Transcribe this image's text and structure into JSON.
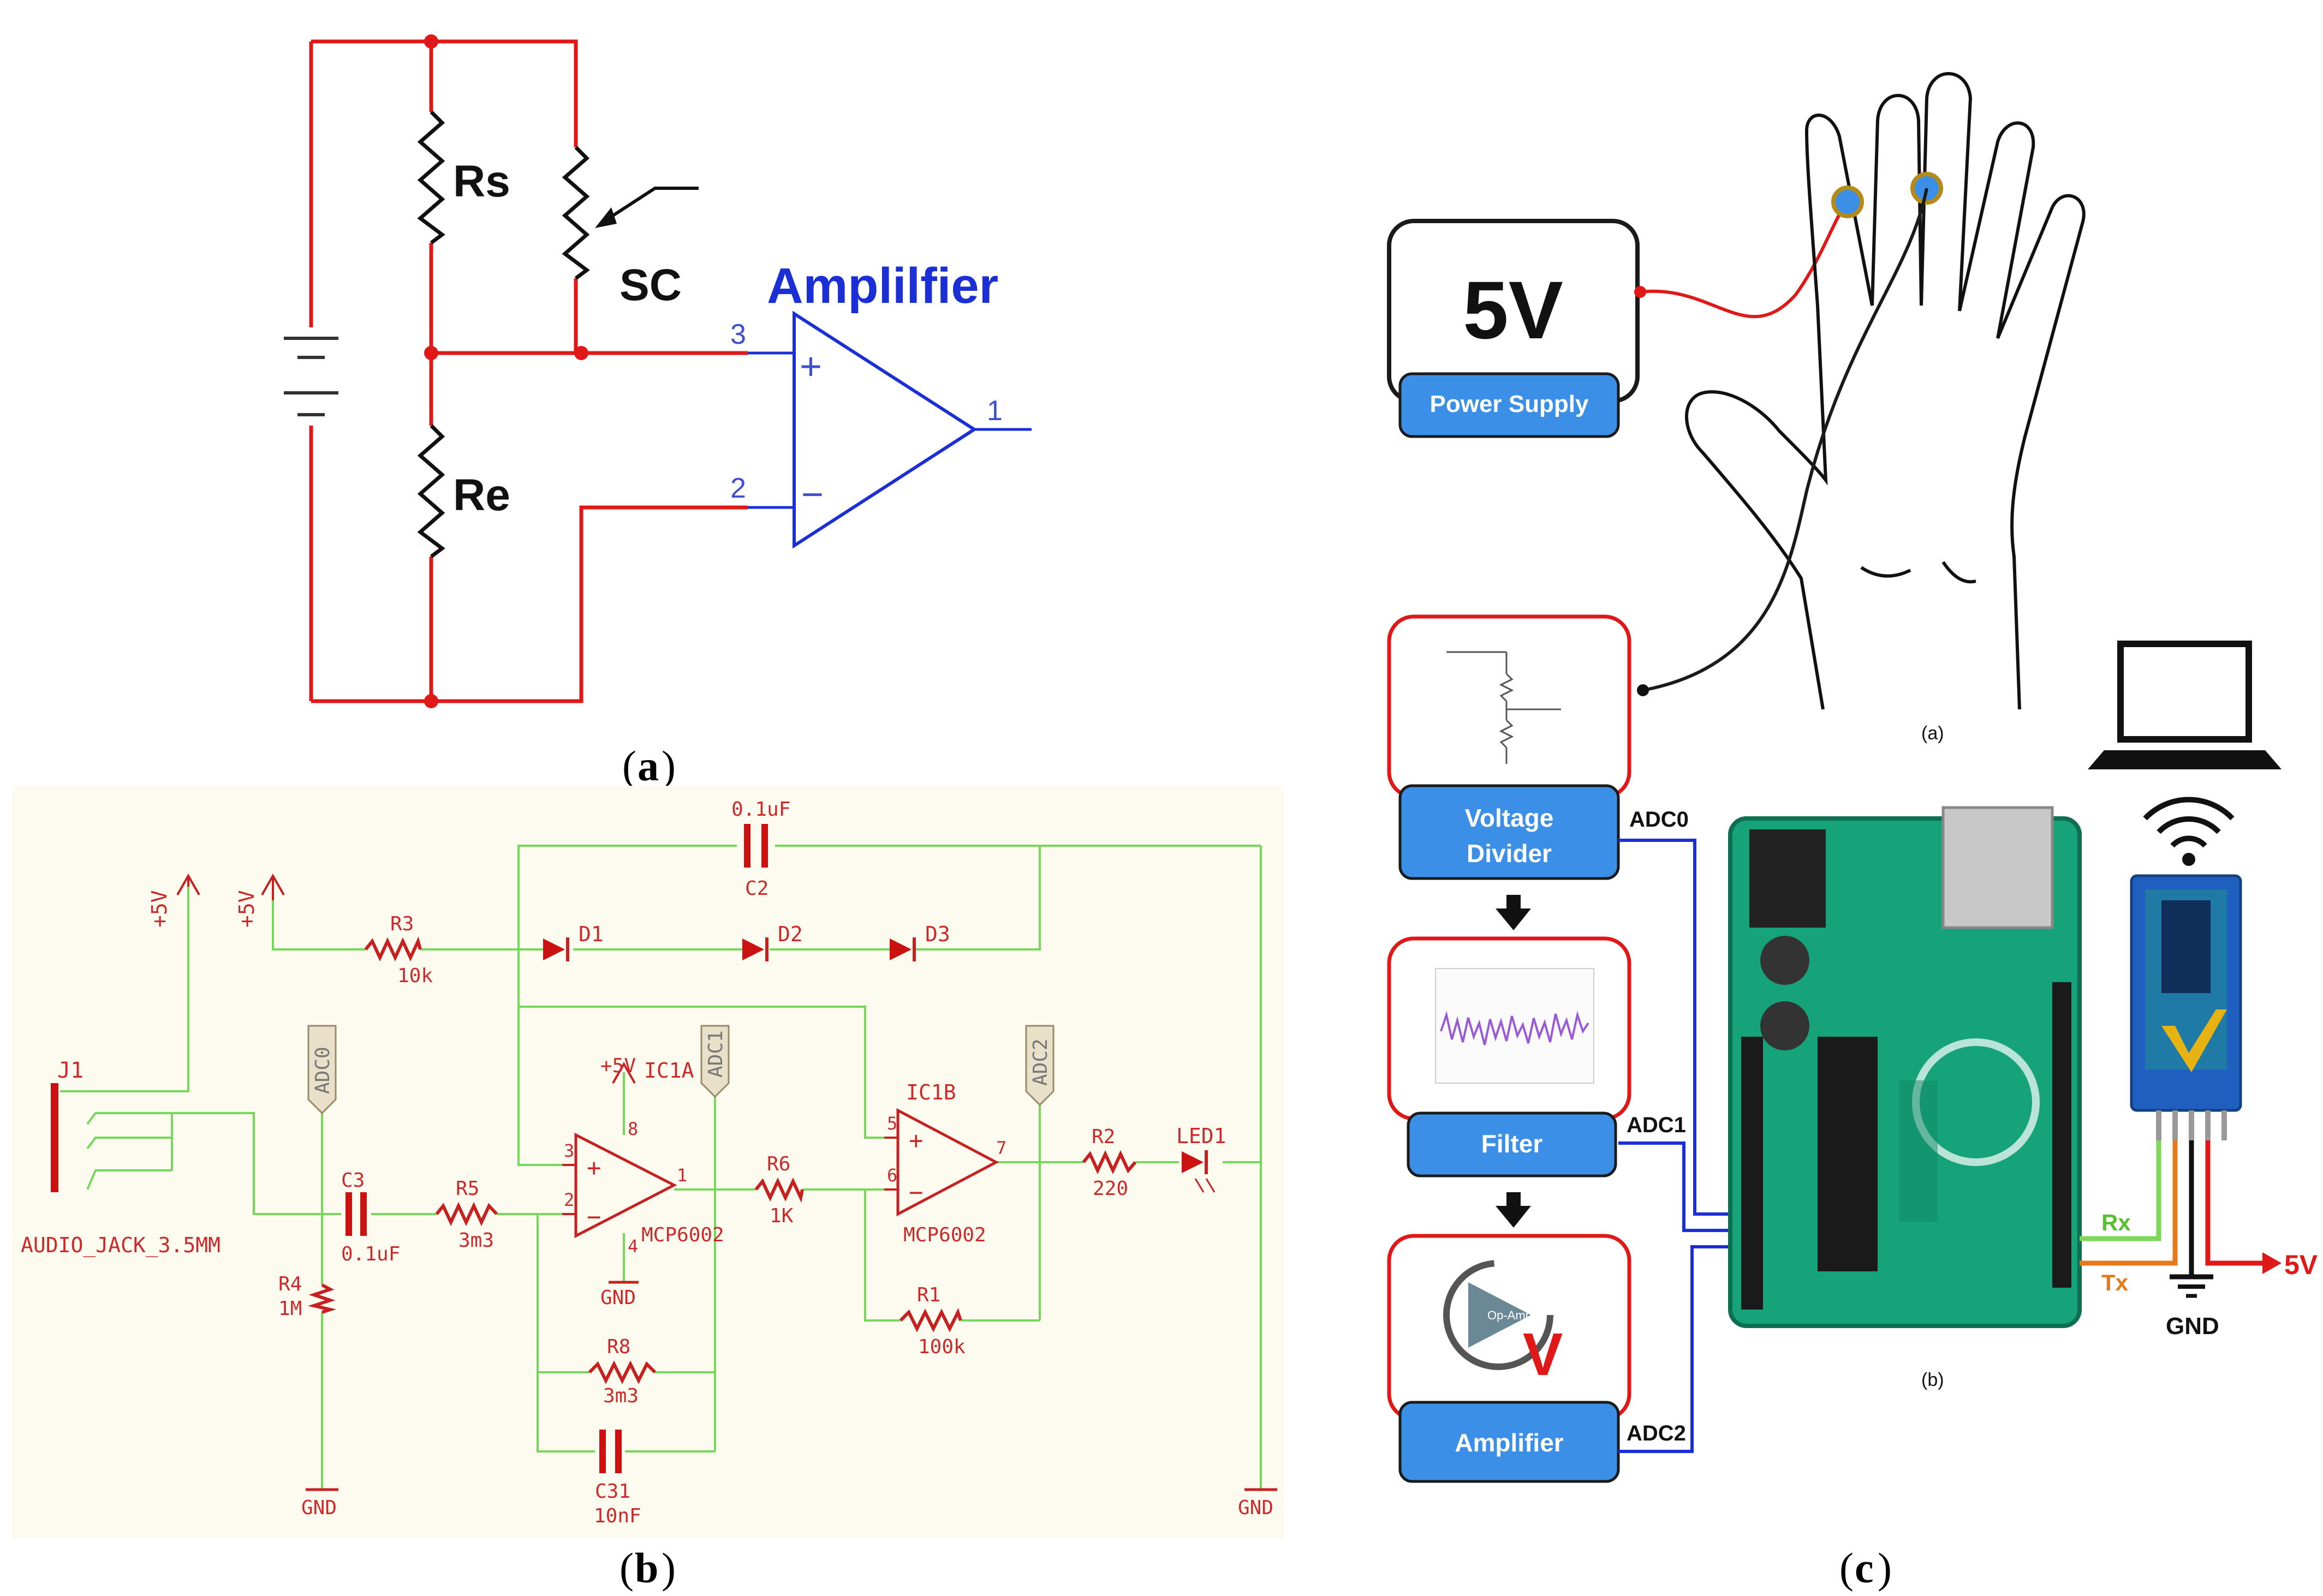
{
  "panel_a": {
    "labels": {
      "rs": "Rs",
      "sc": "SC",
      "re": "Re",
      "amplifier": "Amplilfier",
      "pin_plus": "3",
      "pin_minus": "2",
      "pin_out": "1",
      "plus_sign": "+",
      "minus_sign": "−"
    },
    "caption_letter": "a"
  },
  "panel_b": {
    "components": {
      "j1": "J1",
      "audio_jack": "AUDIO_JACK_3.5MM",
      "plus5v_1": "+5V",
      "plus5v_2": "+5V",
      "plus5v_3": "+5V",
      "adc0": "ADC0",
      "adc1": "ADC1",
      "adc2": "ADC2",
      "c3": "C3",
      "c3_val": "0.1uF",
      "r4": "R4",
      "r4_val": "1M",
      "r5": "R5",
      "r5_val": "3m3",
      "r3": "R3",
      "r3_val": "10k",
      "d1": "D1",
      "d2": "D2",
      "d3": "D3",
      "c2": "C2",
      "c2_val": "0.1uF",
      "ic1a": "IC1A",
      "ic1a_part": "MCP6002",
      "ic1b": "IC1B",
      "ic1b_part": "MCP6002",
      "pin3": "3",
      "pin2": "2",
      "pin1": "1",
      "pin8": "8",
      "pin4": "4",
      "pin5": "5",
      "pin6": "6",
      "pin7": "7",
      "r6": "R6",
      "r6_val": "1K",
      "r1": "R1",
      "r1_val": "100k",
      "r8": "R8",
      "r8_val": "3m3",
      "c31": "C31",
      "c31_val": "10nF",
      "r2": "R2",
      "r2_val": "220",
      "led1": "LED1",
      "gnd1": "GND",
      "gnd2": "GND",
      "gnd3": "GND"
    },
    "caption_letter": "b"
  },
  "panel_c": {
    "power_value": "5V",
    "power_supply": "Power Supply",
    "voltage_divider_line1": "Voltage",
    "voltage_divider_line2": "Divider",
    "filter": "Filter",
    "amplifier": "Amplifier",
    "adc0": "ADC0",
    "adc1": "ADC1",
    "adc2": "ADC2",
    "rx": "Rx",
    "tx": "Tx",
    "gnd": "GND",
    "five_v": "5V",
    "sub_a": "(a)",
    "sub_b": "(b)",
    "caption_letter": "c"
  },
  "colors": {
    "wire_red": "#e01818",
    "wire_green": "#74d85a",
    "wire_blue": "#1b2fd6",
    "pill_blue": "#3b8fe6",
    "amp_blue": "#1b2fd6"
  }
}
